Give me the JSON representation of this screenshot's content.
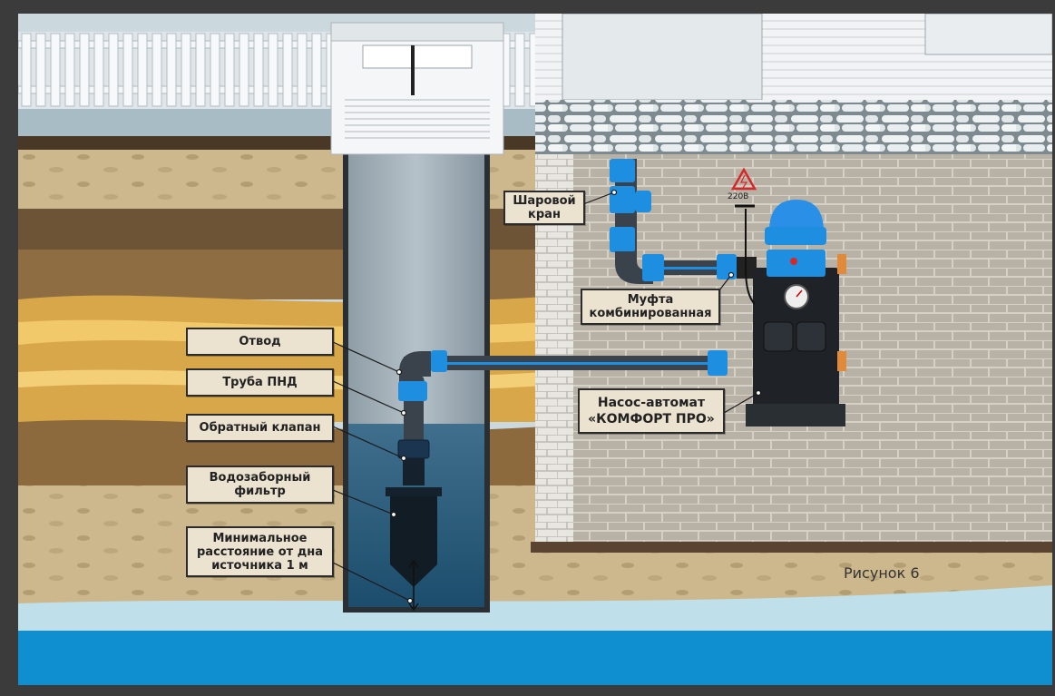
{
  "labels": {
    "ball_valve": [
      "Шаровой",
      "кран"
    ],
    "coupling": [
      "Муфта",
      "комбинированная"
    ],
    "pump": [
      "Насос-автомат",
      "«КОМФОРТ ПРО»"
    ],
    "elbow": "Отвод",
    "pipe": "Труба ПНД",
    "check_valve": "Обратный клапан",
    "filter": [
      "Водозаборный",
      "фильтр"
    ],
    "min_distance": [
      "Минимальное",
      "расстояние от дна",
      "источника 1 м"
    ]
  },
  "voltage": "220В",
  "figure_caption": "Рисунок 6",
  "colors": {
    "pipe_blue": "#1e8fe0",
    "water": "#0f8ed0",
    "pipe_dark": "#3a434c",
    "label_bg": "#ebe2d0"
  }
}
